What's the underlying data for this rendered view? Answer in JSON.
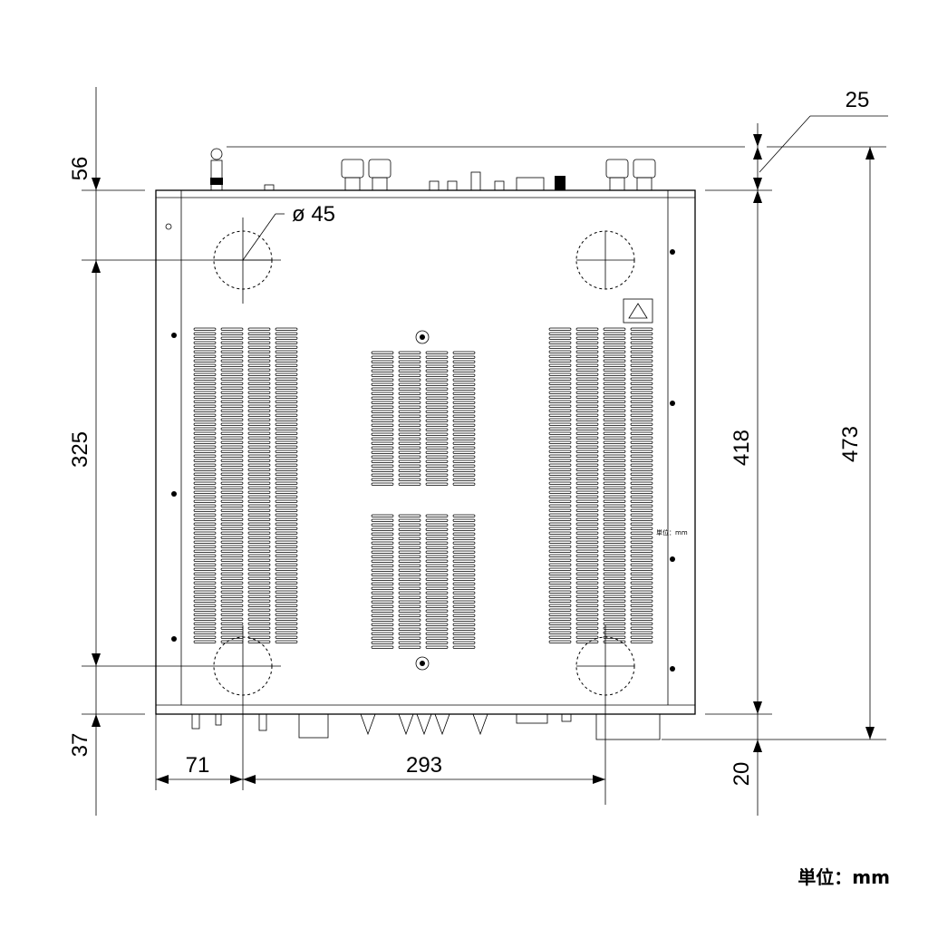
{
  "dimensions": {
    "top_offset": "56",
    "connector_depth": "25",
    "foot_diameter": "ø 45",
    "foot_spacing_depth": "325",
    "body_depth": "418",
    "total_depth": "473",
    "front_offset": "37",
    "knob_depth": "20",
    "side_to_foot": "71",
    "foot_spacing_width": "293"
  },
  "unit_label": "単位：mm",
  "small_unit_label": "単位：mm",
  "icons": {
    "warning": "warning-triangle-icon"
  }
}
